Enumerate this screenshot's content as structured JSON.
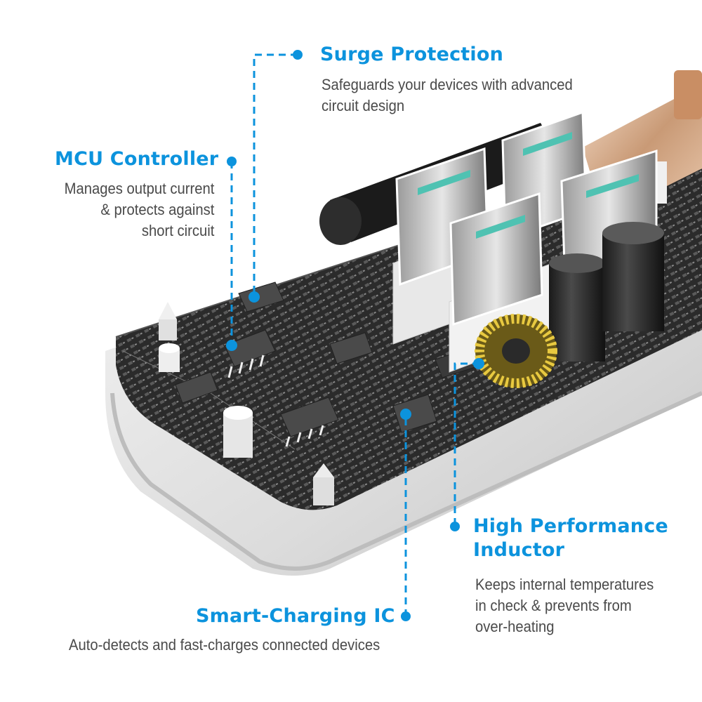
{
  "accent_color": "#0c93dd",
  "callouts": {
    "surge": {
      "title": "Surge Protection",
      "lines": [
        "Safeguards your devices with advanced",
        "circuit design"
      ]
    },
    "mcu": {
      "title": "MCU Controller",
      "lines": [
        "Manages output current",
        "& protects against",
        "short circuit"
      ]
    },
    "inductor": {
      "title_lines": [
        "High Performance",
        "Inductor"
      ],
      "lines": [
        "Keeps internal temperatures",
        "in check & prevents from",
        "over-heating"
      ]
    },
    "smart_ic": {
      "title": "Smart-Charging IC",
      "lines": [
        "Auto-detects and fast-charges connected devices"
      ]
    }
  },
  "product": {
    "usb_ports": 4,
    "components": [
      "usb-port",
      "capacitor",
      "toroidal-inductor",
      "pcb",
      "mounting-posts",
      "white-housing",
      "fuse-cylinder",
      "copper-terminal"
    ]
  }
}
